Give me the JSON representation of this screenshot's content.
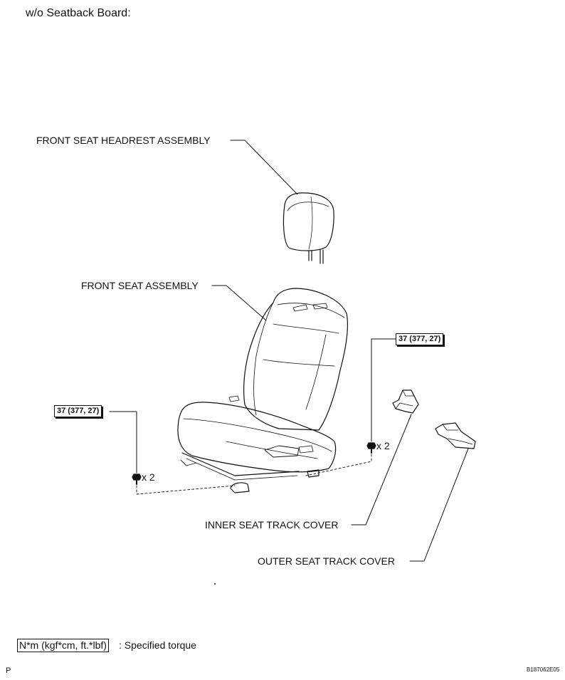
{
  "title": "w/o Seatback Board:",
  "labels": {
    "headrest": "FRONT SEAT HEADREST ASSEMBLY",
    "seat": "FRONT SEAT ASSEMBLY",
    "inner_cover": "INNER SEAT TRACK COVER",
    "outer_cover": "OUTER SEAT TRACK COVER"
  },
  "torque": {
    "left": "37 (377, 27)",
    "right": "37 (377, 27)"
  },
  "bolt_qty": {
    "left": "x 2",
    "right": "x 2"
  },
  "legend": {
    "unit": "N*m (kgf*cm, ft.*lbf)",
    "text": ": Specified torque"
  },
  "footer": {
    "left": "P",
    "code": "B187062E05"
  }
}
